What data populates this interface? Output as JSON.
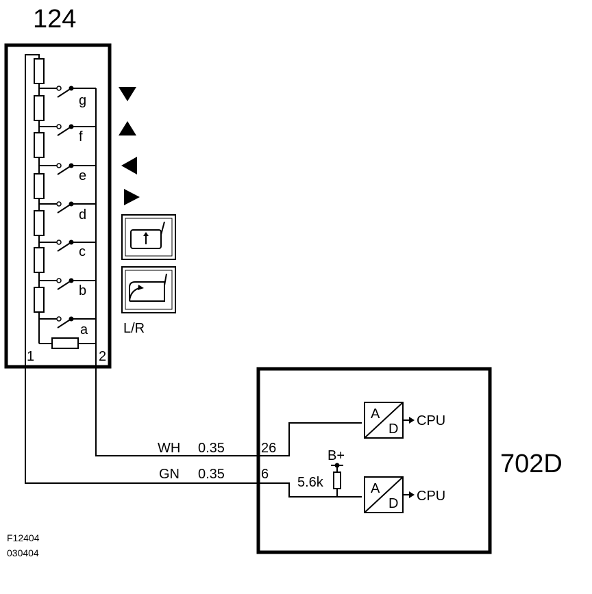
{
  "components": {
    "switch_unit": {
      "id": "124",
      "pin_1": "1",
      "pin_2": "2",
      "switch_labels": [
        "g",
        "f",
        "e",
        "d",
        "c",
        "b",
        "a"
      ]
    },
    "controller": {
      "id": "702D",
      "pin_wh": "26",
      "pin_gn": "6",
      "supply": "B+",
      "pullup": "5.6k",
      "converter": {
        "a": "A",
        "d": "D",
        "out": "CPU"
      }
    }
  },
  "wires": {
    "wh": {
      "color": "WH",
      "size": "0.35"
    },
    "gn": {
      "color": "GN",
      "size": "0.35"
    }
  },
  "legend": {
    "lr_label": "L/R",
    "symbols": [
      "triangle-down-icon",
      "triangle-up-icon",
      "triangle-left-icon",
      "triangle-right-icon",
      "phone-handset-up-icon",
      "phone-handset-hook-icon"
    ]
  },
  "footer": {
    "figure_id": "F12404",
    "date_code": "030404"
  }
}
